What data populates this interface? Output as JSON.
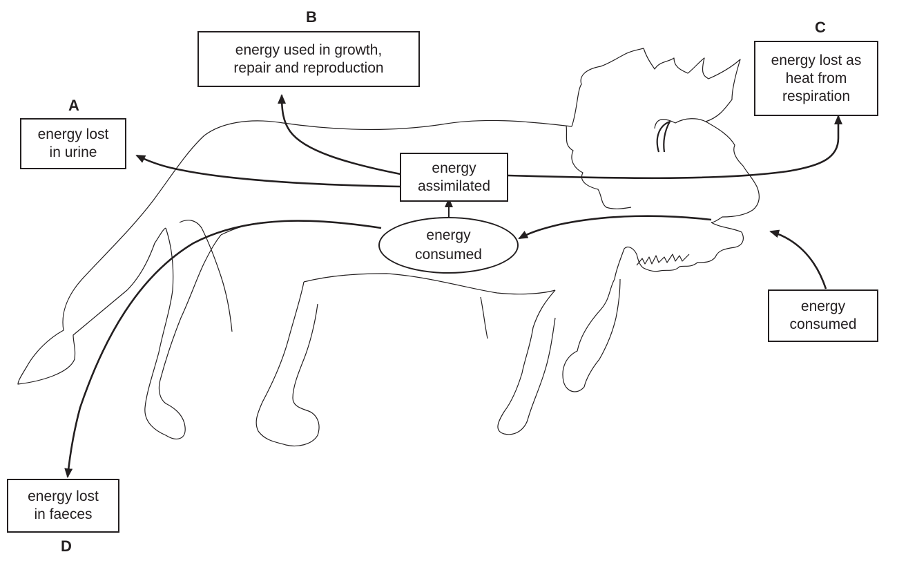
{
  "labels": {
    "A": {
      "letter": "A",
      "line1": "energy lost",
      "line2": "in urine"
    },
    "B": {
      "letter": "B",
      "line1": "energy used in growth,",
      "line2": "repair and reproduction"
    },
    "C": {
      "letter": "C",
      "line1": "energy lost as",
      "line2": "heat from",
      "line3": "respiration"
    },
    "D": {
      "letter": "D",
      "line1": "energy lost",
      "line2": "in faeces"
    },
    "assimilated": {
      "line1": "energy",
      "line2": "assimilated"
    },
    "consumed_oval": {
      "line1": "energy",
      "line2": "consumed"
    },
    "consumed_box": {
      "line1": "energy",
      "line2": "consumed"
    }
  },
  "colors": {
    "ink": "#231f20",
    "background": "#ffffff"
  },
  "illustration": "lion-outline"
}
